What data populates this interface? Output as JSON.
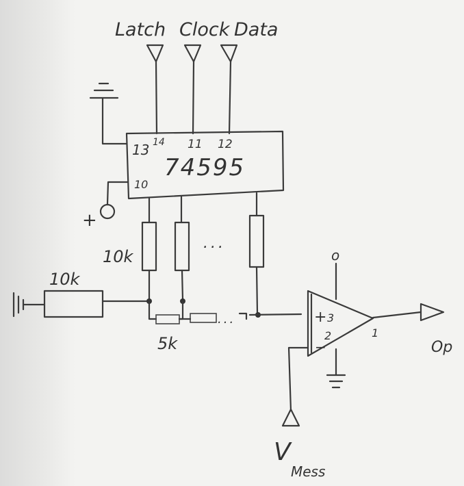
{
  "signals": {
    "latch": "Latch",
    "clock": "Clock",
    "data": "Data"
  },
  "chip": {
    "name": "74595",
    "pins": {
      "p13": "13",
      "p14": "14",
      "p11": "11",
      "p12": "12",
      "p10": "10"
    }
  },
  "resistors": {
    "pull_label": "10k",
    "ground_label": "10k",
    "series_label": "5k",
    "ellipsis_upper": "...",
    "ellipsis_lower": "..."
  },
  "supply": {
    "plus": "+"
  },
  "opamp": {
    "plus_pin": "3",
    "minus_pin": "2",
    "out_pin": "1",
    "plus_sign": "+",
    "minus_sign": "−",
    "top_node": "o"
  },
  "output": {
    "label": "Op"
  },
  "measure": {
    "v_label": "V",
    "sub_label": "Mess"
  }
}
